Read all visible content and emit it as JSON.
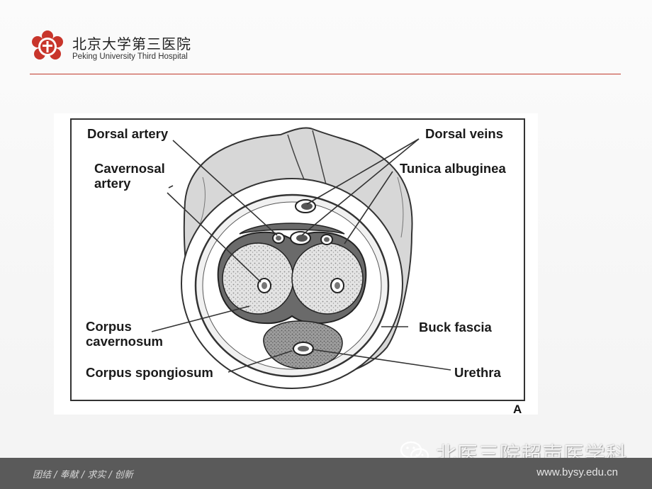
{
  "header": {
    "hospital_name_cn": "北京大学第三医院",
    "hospital_name_en": "Peking University Third Hospital",
    "accent_color": "#c0392b"
  },
  "figure": {
    "labels": {
      "dorsal_artery": "Dorsal artery",
      "cavernosal_artery_1": "Cavernosal",
      "cavernosal_artery_2": "artery",
      "dorsal_veins": "Dorsal veins",
      "tunica_albuginea": "Tunica albuginea",
      "corpus_cavernosum_1": "Corpus",
      "corpus_cavernosum_2": "cavernosum",
      "buck_fascia": "Buck fascia",
      "corpus_spongiosum": "Corpus spongiosum",
      "urethra": "Urethra"
    },
    "panel_letter": "A"
  },
  "watermark": {
    "icon": "wechat-icon",
    "text": "北医三院超声医学科"
  },
  "footer": {
    "motto": "团结 / 奉献 / 求实 / 创新",
    "url": "www.bysy.edu.cn"
  }
}
